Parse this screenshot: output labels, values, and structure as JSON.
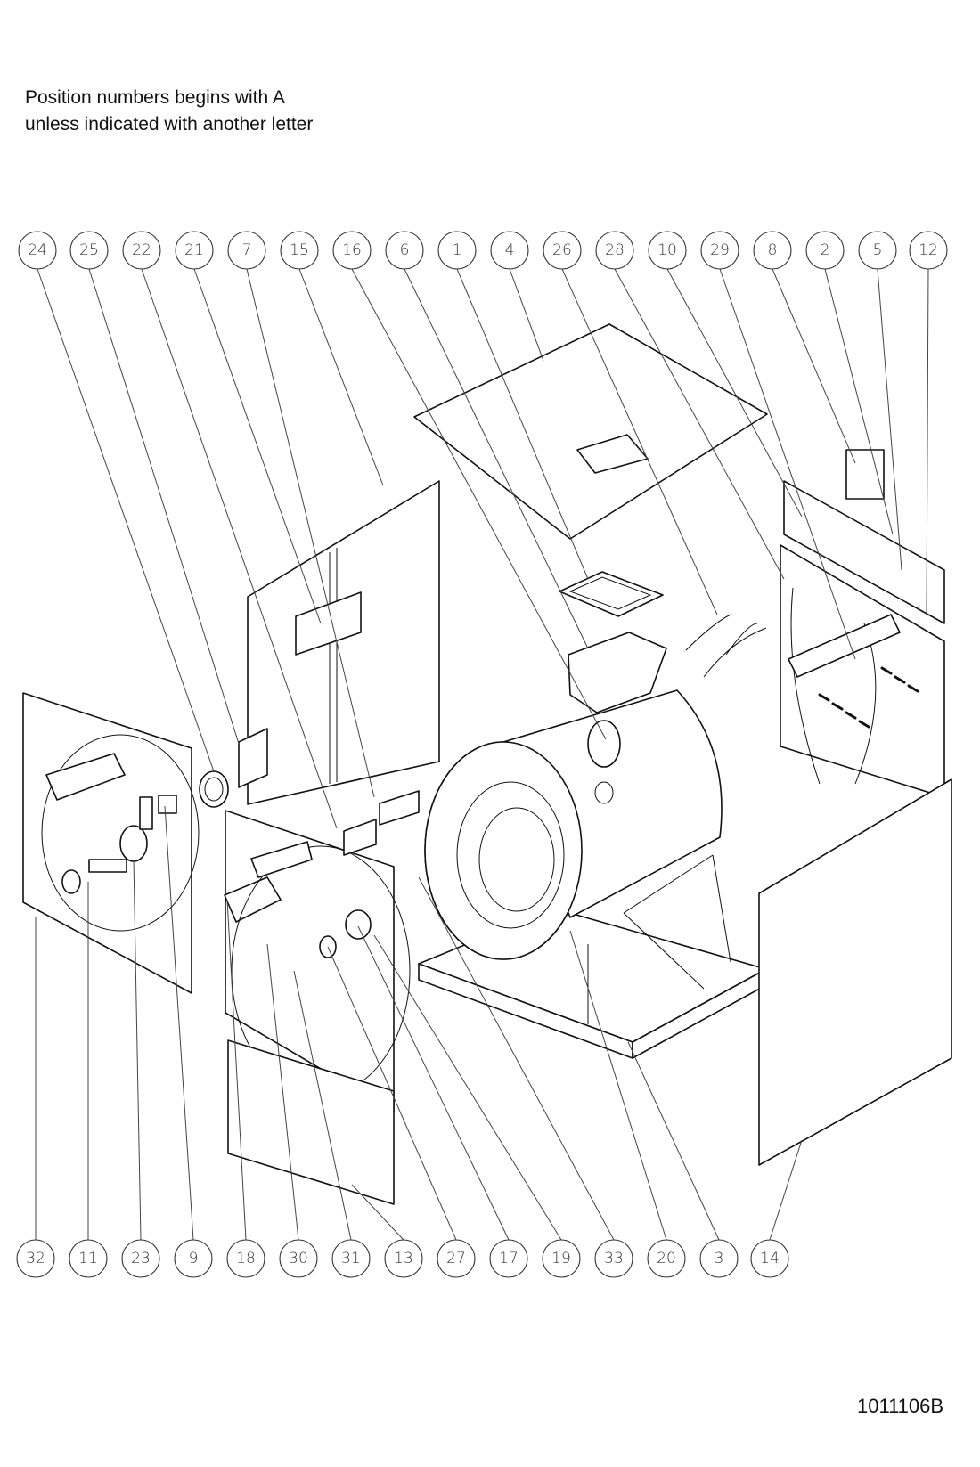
{
  "note": {
    "line1": "Position numbers begins with A",
    "line2": "unless indicated with another letter"
  },
  "document_number": "1011106B",
  "top_callouts": [
    "24",
    "25",
    "22",
    "21",
    "7",
    "15",
    "16",
    "6",
    "1",
    "4",
    "26",
    "28",
    "10",
    "29",
    "8",
    "2",
    "5",
    "12"
  ],
  "bottom_callouts": [
    "32",
    "11",
    "23",
    "9",
    "18",
    "30",
    "31",
    "13",
    "27",
    "17",
    "19",
    "33",
    "20",
    "3",
    "14"
  ]
}
